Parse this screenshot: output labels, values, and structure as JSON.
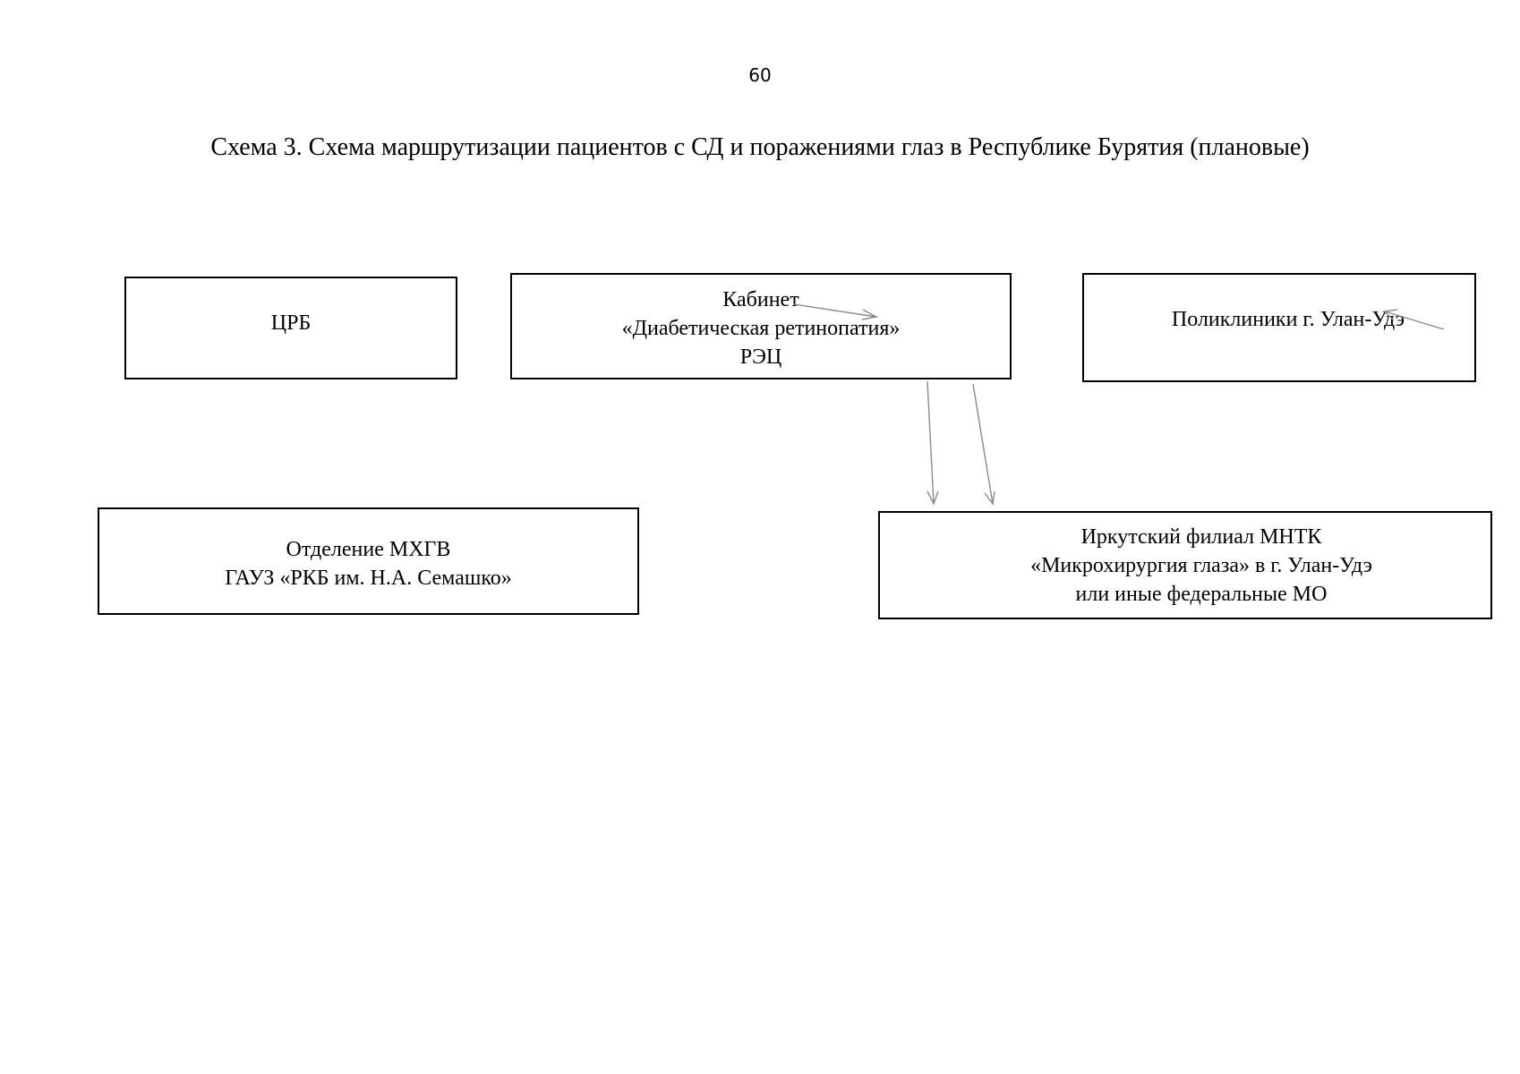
{
  "page_number": "60",
  "title": "Схема 3. Схема маршрутизации пациентов с СД и поражениями глаз в Республике Бурятия (плановые)",
  "nodes": {
    "crb": [
      "ЦРБ"
    ],
    "cabinet": [
      "Кабинет",
      "«Диабетическая ретинопатия»",
      "РЭЦ"
    ],
    "polyclinics": [
      "Поликлиники г. Улан-Удэ"
    ],
    "mhgv": [
      "Отделение МХГВ",
      "ГАУЗ «РКБ им. Н.А. Семашко»"
    ],
    "irkutsk": [
      "Иркутский филиал МНТК",
      "«Микрохирургия глаза» в г. Улан-Удэ",
      "или иные федеральные МО"
    ]
  },
  "colors": {
    "border": "#000000",
    "connector": "#8a8a8a",
    "background": "#ffffff"
  }
}
